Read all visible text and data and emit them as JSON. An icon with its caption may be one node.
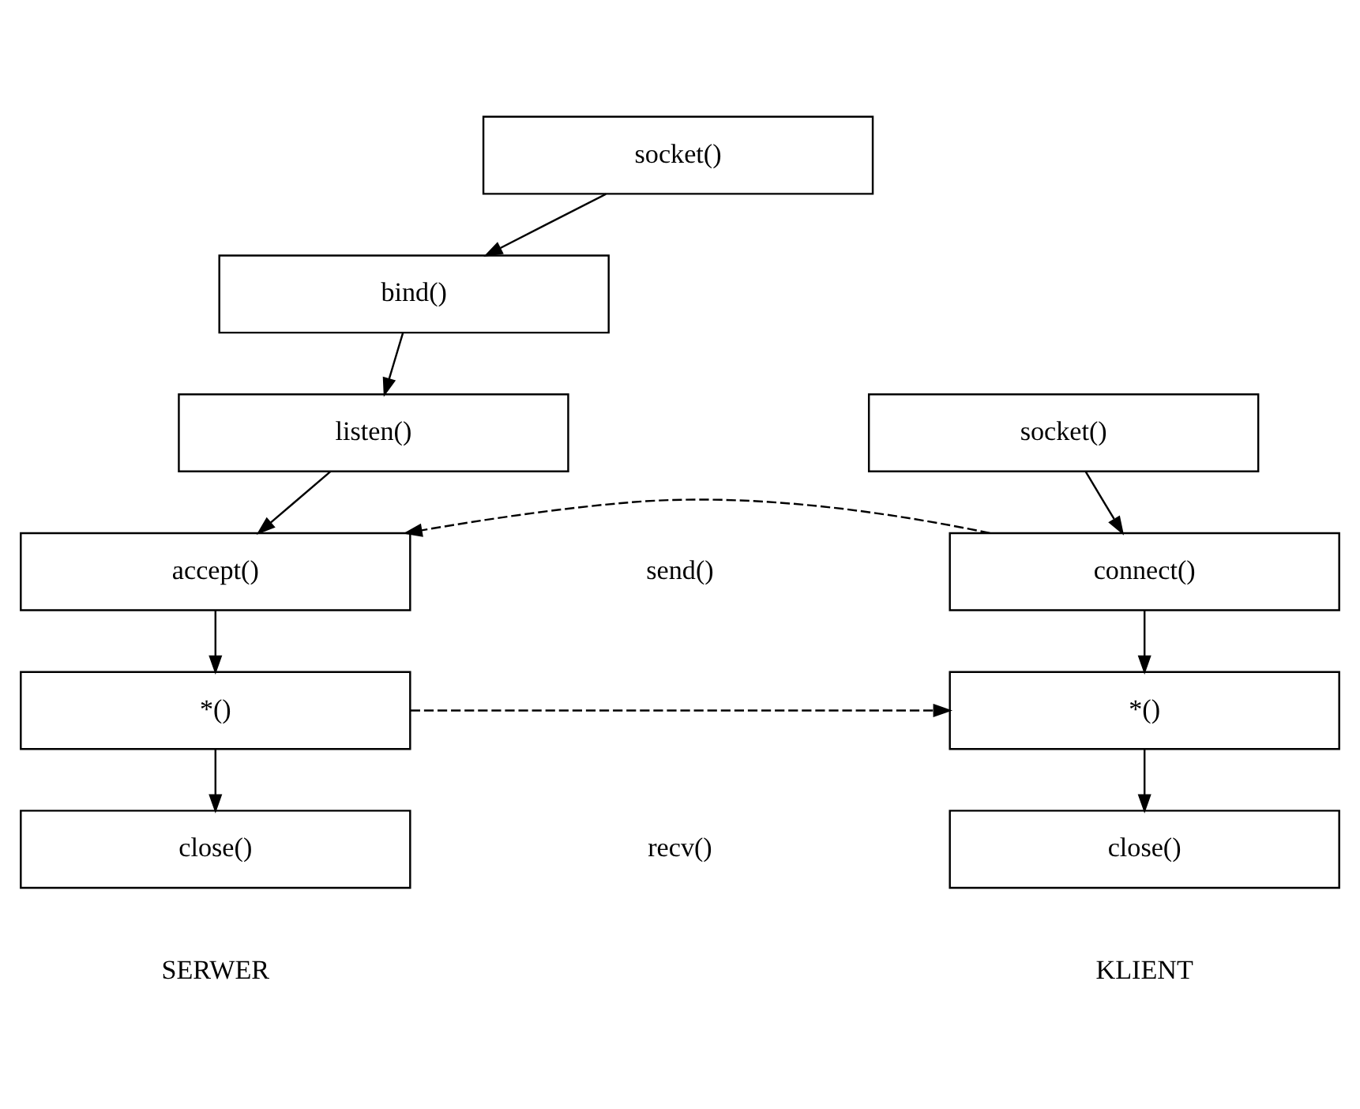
{
  "diagram": {
    "nodes": [
      {
        "text": [
          "socket()"
        ]
      },
      {
        "text": [
          "bind()"
        ]
      },
      {
        "text": [
          "listen()"
        ]
      },
      {
        "text": [
          "accept()"
        ]
      },
      {
        "text": [
          "*()"
        ]
      },
      {
        "text": [
          "close()"
        ]
      },
      {
        "text": [
          "socket()"
        ]
      },
      {
        "text": [
          "connect()"
        ]
      },
      {
        "text": [
          "*()"
        ]
      },
      {
        "text": [
          "close()"
        ]
      }
    ],
    "edges": [
      {
        "from": 0,
        "to": 1,
        "arrow": "to"
      },
      {
        "from": 1,
        "to": 2,
        "arrow": "to"
      },
      {
        "from": 2,
        "to": 3,
        "arrow": "to"
      },
      {
        "from": 3,
        "to": 4,
        "arrow": "to"
      },
      {
        "from": 4,
        "to": 5,
        "arrow": "to"
      },
      {
        "from": 6,
        "to": 7,
        "arrow": "to"
      },
      {
        "from": 7,
        "to": 3,
        "arrow": "to",
        "style": "dashed"
      },
      {
        "from": 7,
        "to": 8,
        "arrow": "to"
      },
      {
        "from": 4,
        "to": 8,
        "arrow": "to",
        "style": "dashed"
      },
      {
        "from": 8,
        "to": 9,
        "arrow": "to"
      }
    ],
    "labels": [
      "send()",
      "recv()",
      "SERWER",
      "KLIENT"
    ]
  }
}
